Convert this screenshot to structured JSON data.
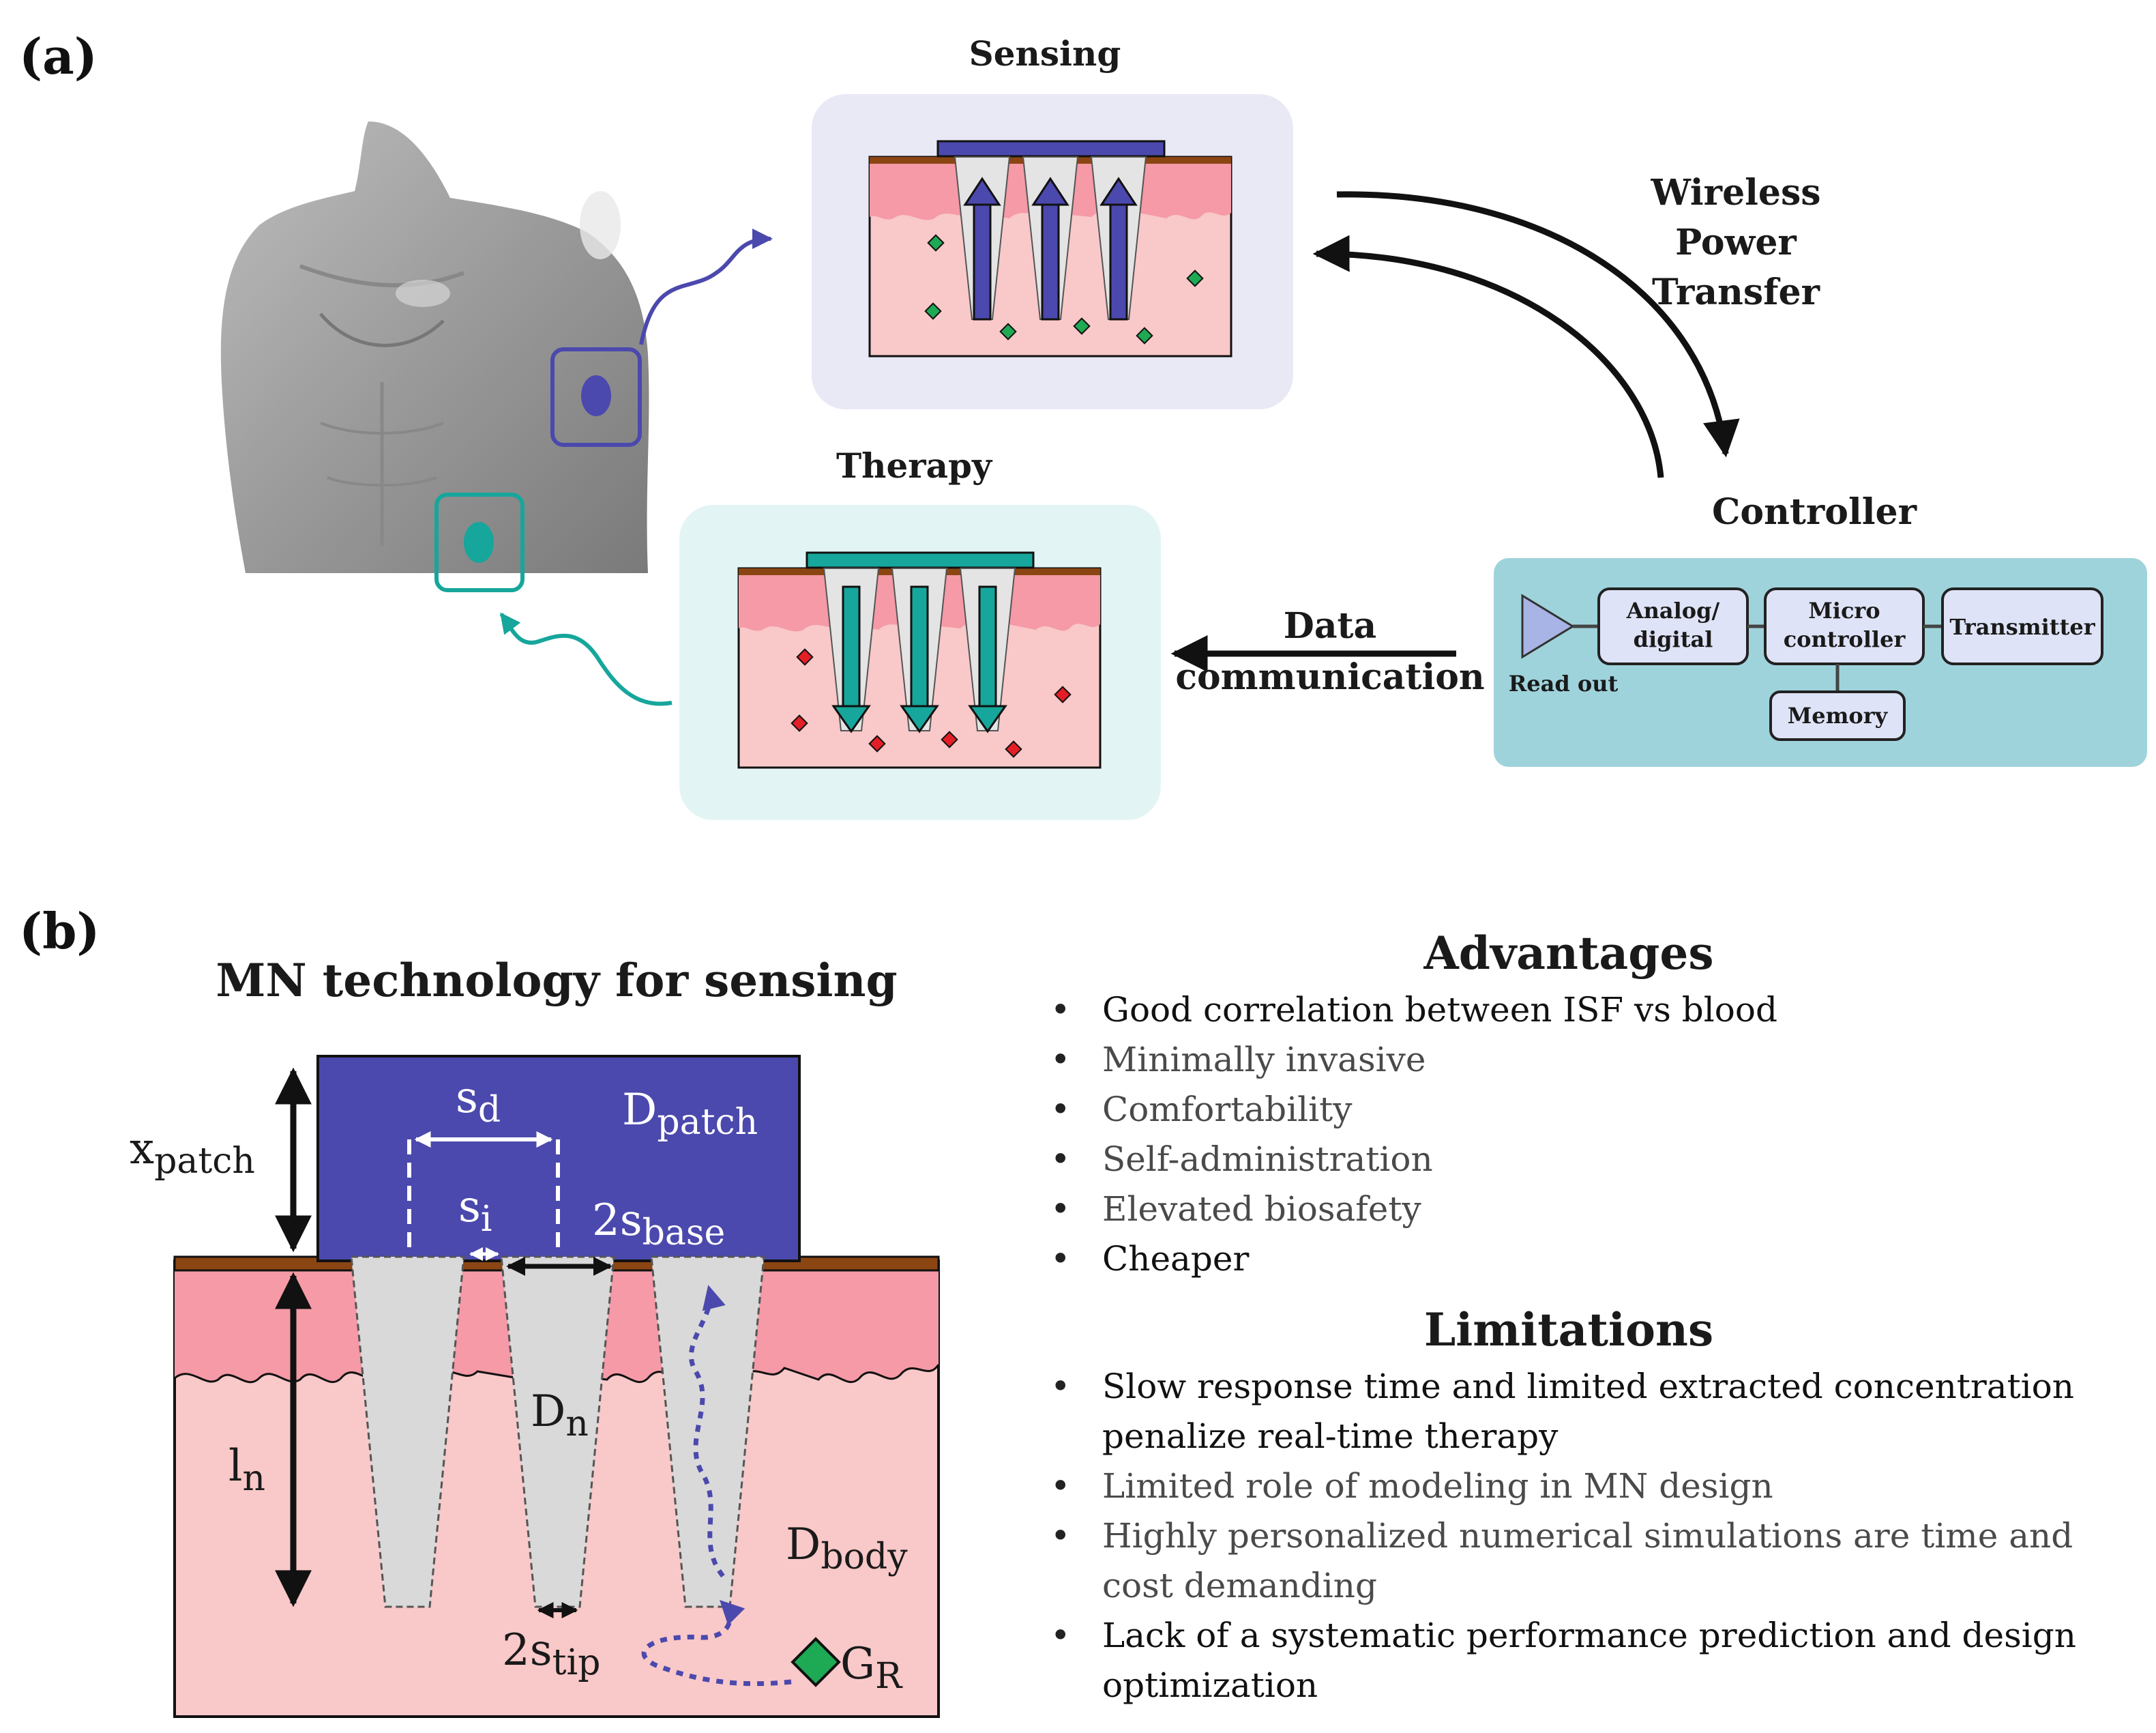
{
  "panel_a": {
    "label": "(a)",
    "sensing_title": "Sensing",
    "therapy_title": "Therapy",
    "wireless_label": [
      "Wireless",
      "Power",
      "Transfer"
    ],
    "controller_title": "Controller",
    "data_comm_label": [
      "Data",
      "communication"
    ],
    "controller_blocks": {
      "readout": "Read out",
      "adc": [
        "Analog/",
        "digital"
      ],
      "micro": [
        "Micro",
        "controller"
      ],
      "transmitter": "Transmitter",
      "memory": "Memory"
    }
  },
  "panel_b": {
    "label": "(b)",
    "title": "MN technology for sensing",
    "symbols": {
      "x_patch": {
        "main": "x",
        "sub": "patch"
      },
      "s_d": {
        "main": "s",
        "sub": "d"
      },
      "d_patch": {
        "main": "D",
        "sub": "patch"
      },
      "s_i": {
        "main": "s",
        "sub": "i"
      },
      "two_s_base": {
        "main": "2s",
        "sub": "base"
      },
      "d_n": {
        "main": "D",
        "sub": "n"
      },
      "l_n": {
        "main": "l",
        "sub": "n"
      },
      "d_body": {
        "main": "D",
        "sub": "body"
      },
      "two_s_tip": {
        "main": "2s",
        "sub": "tip"
      },
      "g_r": {
        "main": "G",
        "sub": "R"
      }
    },
    "advantages_title": "Advantages",
    "advantages": [
      "Good correlation between ISF vs blood",
      "Minimally invasive",
      "Comfortability",
      "Self-administration",
      "Elevated biosafety",
      "Cheaper"
    ],
    "limitations_title": "Limitations",
    "limitations": [
      "Slow response time and limited extracted concentration penalize real-time therapy",
      "Limited role of modeling in MN design",
      "Highly personalized numerical simulations are time and cost demanding",
      "Lack of a systematic performance prediction and design optimization"
    ]
  },
  "colors": {
    "sensing_accent": "#4b49ad",
    "therapy_accent": "#17a69b",
    "skin_dermis": "#f9c8c8",
    "skin_epidermis": "#f59aa6",
    "stratum": "#8b4513",
    "controller_bg": "#9fd3dc",
    "block_fill": "#dfe3f7"
  }
}
